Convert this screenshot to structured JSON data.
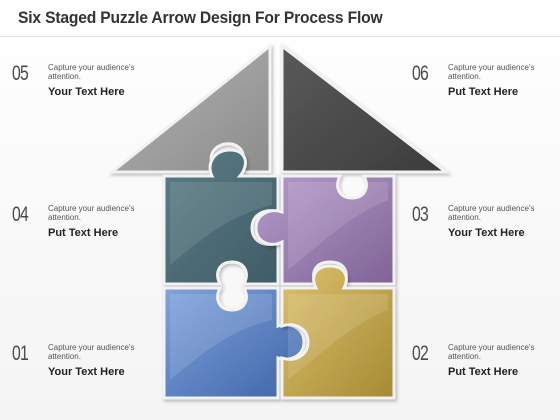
{
  "title": "Six Staged Puzzle Arrow Design For Process Flow",
  "steps": [
    {
      "num": "05",
      "caption": "Capture your audience's attention.",
      "text": "Your  Text Here"
    },
    {
      "num": "06",
      "caption": "Capture your audience's attention.",
      "text": "Put Text Here"
    },
    {
      "num": "04",
      "caption": "Capture your audience's attention.",
      "text": "Put Text Here"
    },
    {
      "num": "03",
      "caption": "Capture your audience's attention.",
      "text": "Your  Text Here"
    },
    {
      "num": "01",
      "caption": "Capture your audience's attention.",
      "text": "Your  Text Here"
    },
    {
      "num": "02",
      "caption": "Capture your audience's attention.",
      "text": "Put Text Here"
    }
  ],
  "colors": {
    "arrow_left": "#9a9a9a",
    "arrow_right": "#4d4d4d",
    "piece_teal": "#4f6e78",
    "piece_purple": "#9a7fae",
    "piece_blue": "#5f85c4",
    "piece_gold": "#c4a64e"
  }
}
